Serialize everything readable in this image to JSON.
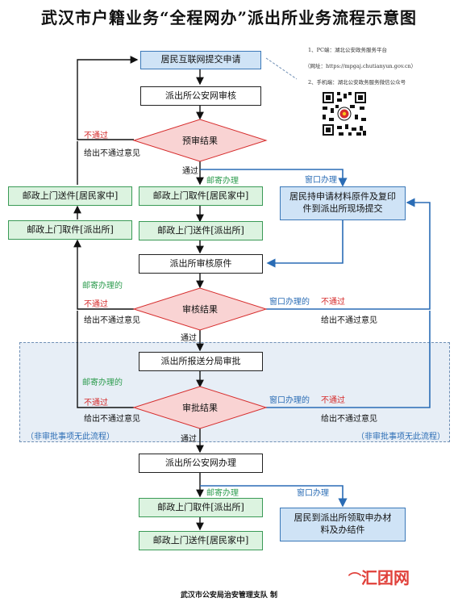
{
  "title": "武汉市户籍业务“全程网办”派出所业务流程示意图",
  "nodes": {
    "apply": "居民互联网提交申请",
    "precheck": "派出所公安网审核",
    "preresult": "预审结果",
    "mail_get_home": "邮政上门取件[居民家中]",
    "mail_send_station": "邮政上门送件[派出所]",
    "mail_send_home_left": "邮政上门送件[居民家中]",
    "mail_get_station_left": "邮政上门取件[派出所]",
    "window_submit": "居民持申请材料原件及复印件到派出所现场提交",
    "verify_originals": "派出所审核原件",
    "audit_result": "审核结果",
    "branch_approve": "派出所报送分局审批",
    "approve_result": "审批结果",
    "station_process": "派出所公安网办理",
    "mail_get_station_bottom": "邮政上门取件[派出所]",
    "mail_send_home_bottom": "邮政上门送件[居民家中]",
    "pickup": "居民到派出所领取申办材料及办结件"
  },
  "labels": {
    "fail": "不通过",
    "fail_opinion": "给出不通过意见",
    "pass": "通过",
    "mail_route": "邮寄办理",
    "mail_route_of": "邮寄办理的",
    "window_route": "窗口办理",
    "window_route_of": "窗口办理的",
    "no_approval_left": "（非审批事项无此流程）",
    "no_approval_right": "（非审批事项无此流程）"
  },
  "info": {
    "pc": "1、PC端：湖北公安政务服务平台",
    "url": "（网址：https://mpgaj.chutianyun.gov.cn）",
    "mobile": "2、手机端：湖北公安政务服务微信公众号"
  },
  "footer": "武汉市公安局治安管理支队  制",
  "watermark": "汇团网",
  "colors": {
    "green_fill": "#dcf3e0",
    "blue_fill": "#cfe3f6",
    "diamond_fill": "#f9d3d3",
    "red": "#d62c2c",
    "blue": "#2a6cb5"
  }
}
